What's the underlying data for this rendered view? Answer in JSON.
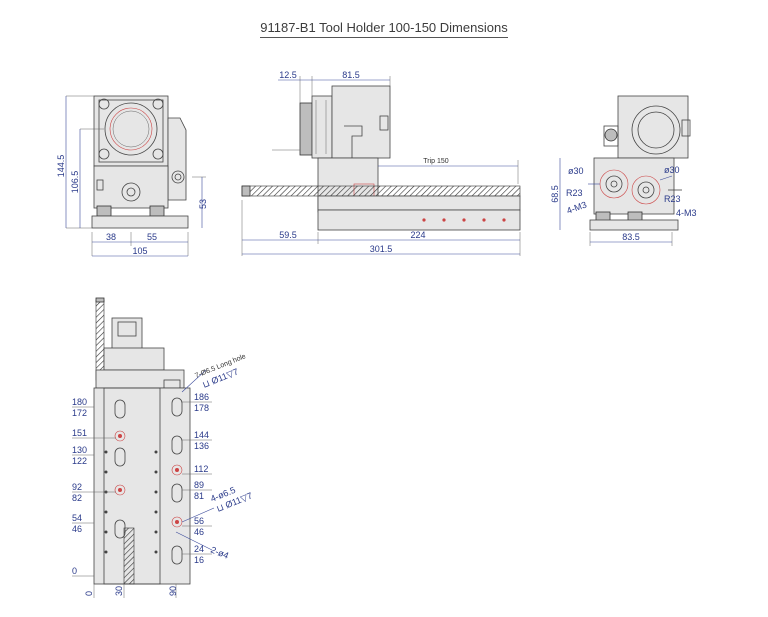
{
  "title": "91187-B1 Tool Holder 100-150 Dimensions",
  "front_view": {
    "height_total": "144.5",
    "height_center": "106.5",
    "height_side": "53",
    "width_left": "38",
    "width_right": "55",
    "width_total": "105"
  },
  "side_view": {
    "offset_top": "12.5",
    "width_top": "81.5",
    "trip_label": "Trip 150",
    "base_left": "59.5",
    "base_right": "224",
    "length_total": "301.5"
  },
  "right_view": {
    "dia_left": "ø30",
    "dia_right": "ø30",
    "radius_left": "R23",
    "radius_right": "R23",
    "holes_left": "4-M3",
    "holes_right": "4-M3",
    "height": "68.5",
    "width": "83.5"
  },
  "bottom_view": {
    "long_hole_note": "7-Ø6.5 Long hole",
    "long_hole_spec": "⊔ Ø11▽7",
    "hole_note": "4-ø6.5",
    "hole_spec": "⊔ Ø11▽7",
    "pin_note": "2-ø4",
    "left_dims": [
      "180",
      "172",
      "151",
      "130",
      "122",
      "92",
      "82",
      "54",
      "46",
      "0"
    ],
    "right_dims": [
      "186",
      "178",
      "144",
      "136",
      "112",
      "89",
      "81",
      "56",
      "46",
      "24",
      "16"
    ],
    "bottom_dims": [
      "0",
      "30",
      "90"
    ]
  }
}
